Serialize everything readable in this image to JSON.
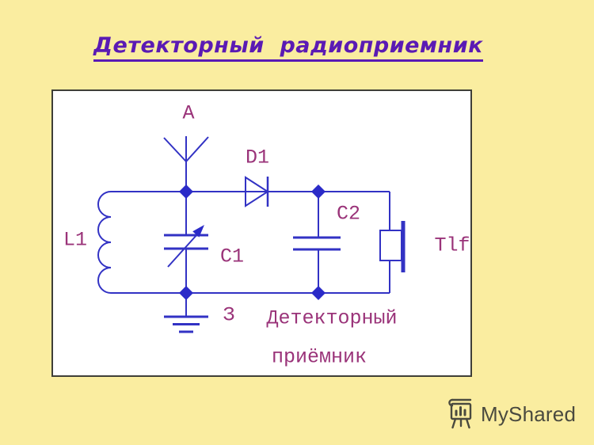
{
  "slide": {
    "title": "Детекторный  радиоприемник"
  },
  "circuit": {
    "labels": {
      "antenna": "A",
      "diode": "D1",
      "coil": "L1",
      "variable_capacitor": "C1",
      "capacitor": "C2",
      "telephone": "Tlf",
      "ground": "З",
      "caption_line1": "Детекторный",
      "caption_line2": "приёмник"
    }
  },
  "watermark": {
    "text": "MyShared",
    "icon": "presentation-easel-icon"
  },
  "colors": {
    "background": "#FAEDA0",
    "title": "#5A1AB4",
    "wire": "#3232C4",
    "junction": "#2B2BC8",
    "label": "#9A3379",
    "box_border": "#3F3F37",
    "box_background": "#FFFFFF",
    "watermark": "#4A4A3F"
  }
}
